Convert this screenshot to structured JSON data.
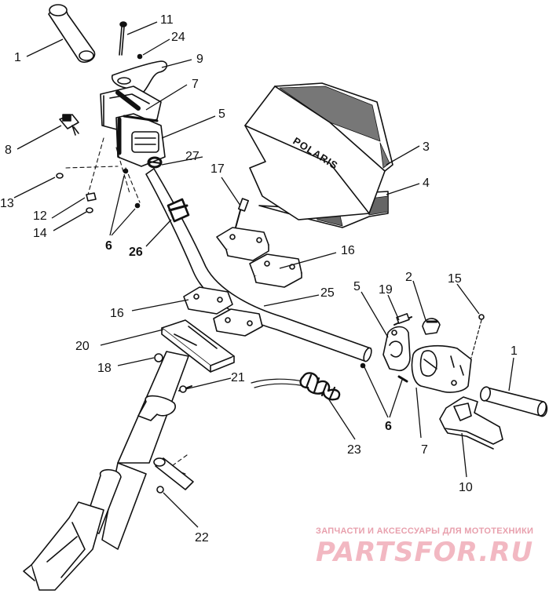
{
  "diagram": {
    "labels": {
      "l1a": "1",
      "l11": "11",
      "l24": "24",
      "l9": "9",
      "l7a": "7",
      "l5a": "5",
      "l8": "8",
      "l27": "27",
      "l13": "13",
      "l12": "12",
      "l14": "14",
      "l6a": "6",
      "l26": "26",
      "l17": "17",
      "l3": "3",
      "l4": "4",
      "l16a": "16",
      "l16b": "16",
      "l25": "25",
      "l5b": "5",
      "l19": "19",
      "l2": "2",
      "l15": "15",
      "l1b": "1",
      "l20": "20",
      "l18": "18",
      "l21": "21",
      "l6b": "6",
      "l7b": "7",
      "l23": "23",
      "l10": "10",
      "l22": "22"
    },
    "hood_brand": "POLARIS"
  },
  "watermark": {
    "tagline": "ЗАПЧАСТИ И АКСЕССУАРЫ ДЛЯ МОТОТЕХНИКИ",
    "brand": "PARTSFOR.RU"
  }
}
